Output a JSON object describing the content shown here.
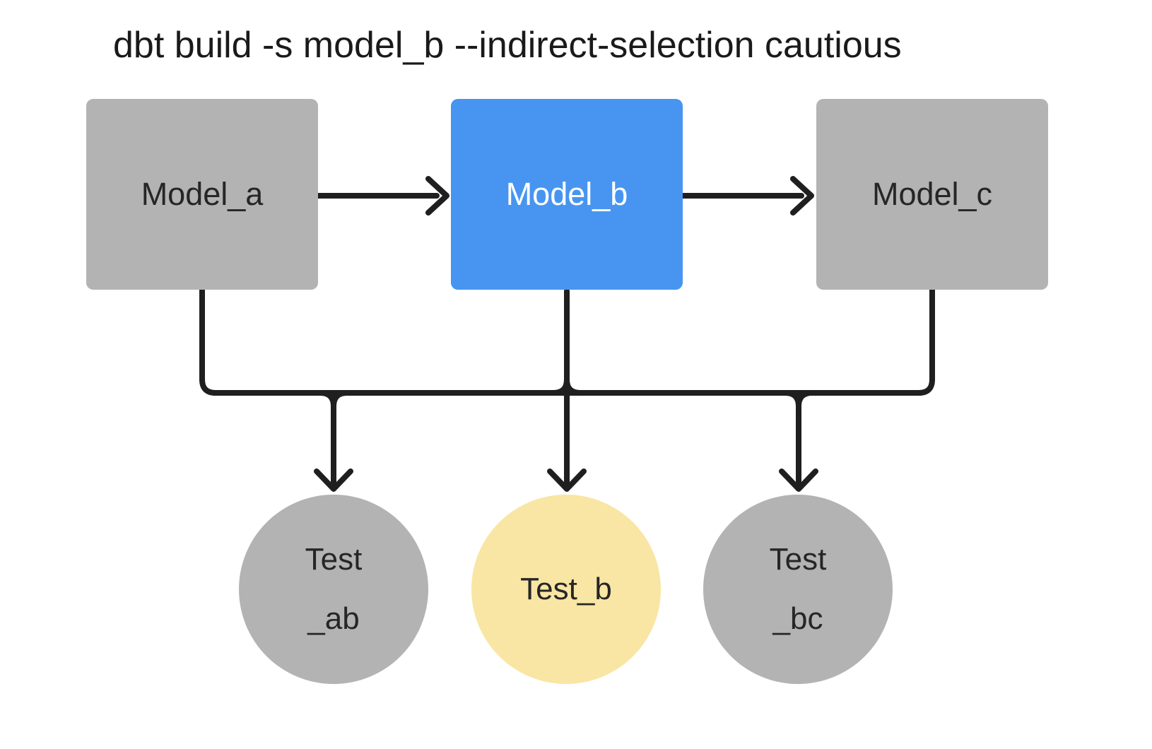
{
  "title": "dbt build -s model_b --indirect-selection cautious",
  "colors": {
    "background": "#ffffff",
    "node_default_fill": "#b3b3b3",
    "node_selected_fill": "#4795f1",
    "test_indirect_fill": "#f9e6a4",
    "edge_stroke": "#1f1f1f",
    "label_dark": "#262626",
    "label_light": "#ffffff"
  },
  "labels": {
    "model_a": "Model_a",
    "model_b": "Model_b",
    "model_c": "Model_c",
    "test_ab_line1": "Test",
    "test_ab_line2": "_ab",
    "test_b": "Test_b",
    "test_bc_line1": "Test",
    "test_bc_line2": "_bc"
  },
  "diagram": {
    "type": "dag",
    "command": "dbt build -s model_b --indirect-selection cautious",
    "nodes": [
      {
        "id": "model_a",
        "label": "Model_a",
        "kind": "model",
        "highlight": "none"
      },
      {
        "id": "model_b",
        "label": "Model_b",
        "kind": "model",
        "highlight": "selected-blue"
      },
      {
        "id": "model_c",
        "label": "Model_c",
        "kind": "model",
        "highlight": "none"
      },
      {
        "id": "test_ab",
        "label": "Test _ab",
        "kind": "test",
        "highlight": "none"
      },
      {
        "id": "test_b",
        "label": "Test_b",
        "kind": "test",
        "highlight": "included-yellow"
      },
      {
        "id": "test_bc",
        "label": "Test _bc",
        "kind": "test",
        "highlight": "none"
      }
    ],
    "edges": [
      {
        "from": "model_a",
        "to": "model_b"
      },
      {
        "from": "model_b",
        "to": "model_c"
      },
      {
        "from": "model_a",
        "to": "test_ab"
      },
      {
        "from": "model_b",
        "to": "test_ab"
      },
      {
        "from": "model_b",
        "to": "test_b"
      },
      {
        "from": "model_b",
        "to": "test_bc"
      },
      {
        "from": "model_c",
        "to": "test_bc"
      }
    ]
  }
}
